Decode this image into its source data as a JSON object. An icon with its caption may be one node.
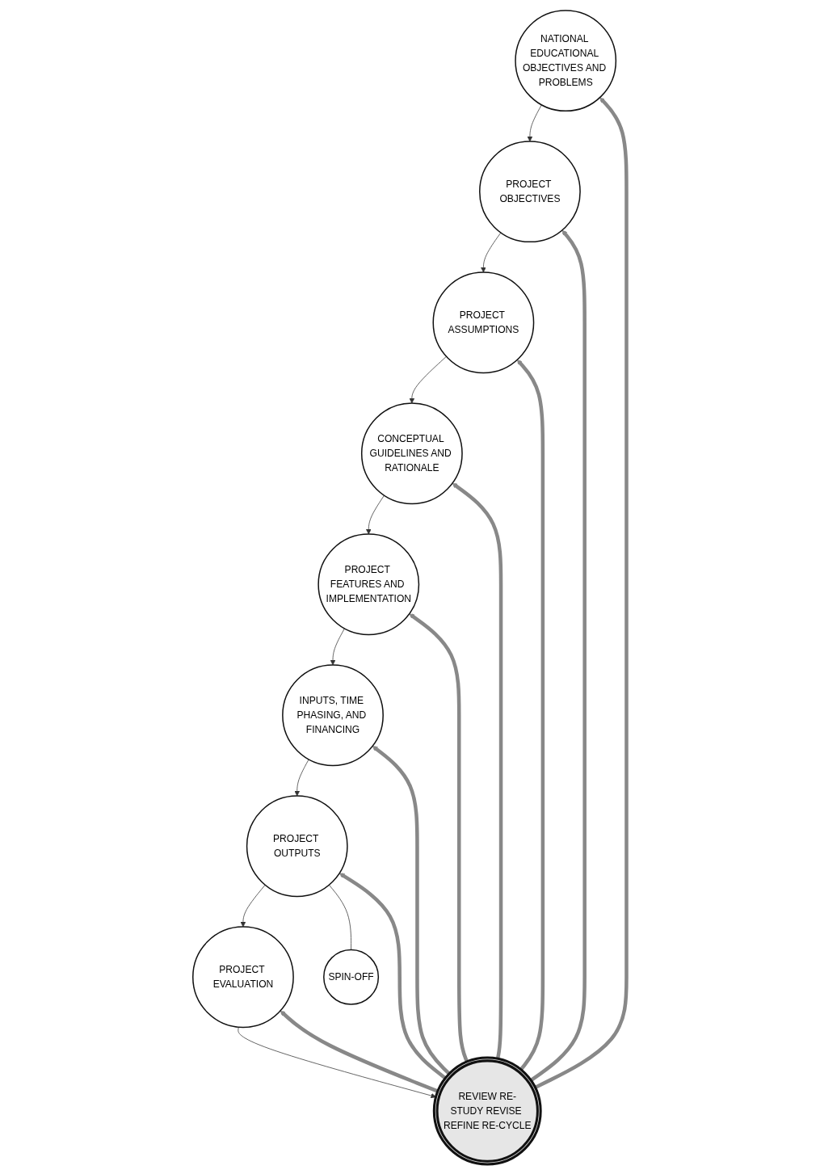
{
  "diagram": {
    "nodes": [
      {
        "text": [
          "NATIONAL EDUCATIONAL OBJECTIVES AND PROBLEMS"
        ]
      },
      {
        "text": [
          "PROJECT OBJECTIVES"
        ]
      },
      {
        "text": [
          "PROJECT ASSUMPTIONS"
        ]
      },
      {
        "text": [
          "CONCEPTUAL GUIDELINES AND RATIONALE"
        ]
      },
      {
        "text": [
          "PROJECT FEATURES AND IMPLEMENTATION"
        ]
      },
      {
        "text": [
          "INPUTS, TIME PHASING, AND FINANCING"
        ]
      },
      {
        "text": [
          "PROJECT OUTPUTS"
        ]
      },
      {
        "text": [
          "PROJECT EVALUATION"
        ]
      },
      {
        "text": [
          "REVIEW RE-STUDY REVISE REFINE RE-CYCLE"
        ]
      },
      {
        "text": [
          "SPIN-OFF"
        ]
      }
    ],
    "edges": [
      {
        "from": 0,
        "to": 1,
        "arrow": "to"
      },
      {
        "from": 1,
        "to": 2,
        "arrow": "to"
      },
      {
        "from": 2,
        "to": 3,
        "arrow": "to"
      },
      {
        "from": 3,
        "to": 4,
        "arrow": "to"
      },
      {
        "from": 4,
        "to": 5,
        "arrow": "to"
      },
      {
        "from": 5,
        "to": 6,
        "arrow": "to"
      },
      {
        "from": 6,
        "to": 7,
        "arrow": "to"
      },
      {
        "from": 7,
        "to": 8,
        "arrow": "to"
      },
      {
        "from": 8,
        "to": 0,
        "arrow": "to",
        "style": "thick",
        "color": "#888888"
      },
      {
        "from": 8,
        "to": 1,
        "arrow": "to",
        "style": "thick",
        "color": "#888888"
      },
      {
        "from": 8,
        "to": 2,
        "arrow": "to",
        "style": "thick",
        "color": "#888888"
      },
      {
        "from": 8,
        "to": 3,
        "arrow": "to",
        "style": "thick",
        "color": "#888888"
      },
      {
        "from": 8,
        "to": 4,
        "arrow": "to",
        "style": "thick",
        "color": "#888888"
      },
      {
        "from": 8,
        "to": 5,
        "arrow": "to",
        "style": "thick",
        "color": "#888888"
      },
      {
        "from": 8,
        "to": 6,
        "arrow": "to",
        "style": "thick",
        "color": "#888888"
      },
      {
        "from": 8,
        "to": 7,
        "arrow": "to",
        "style": "thick",
        "color": "#888888"
      },
      {
        "from": 6,
        "to": 9,
        "arrow": "none"
      }
    ]
  }
}
